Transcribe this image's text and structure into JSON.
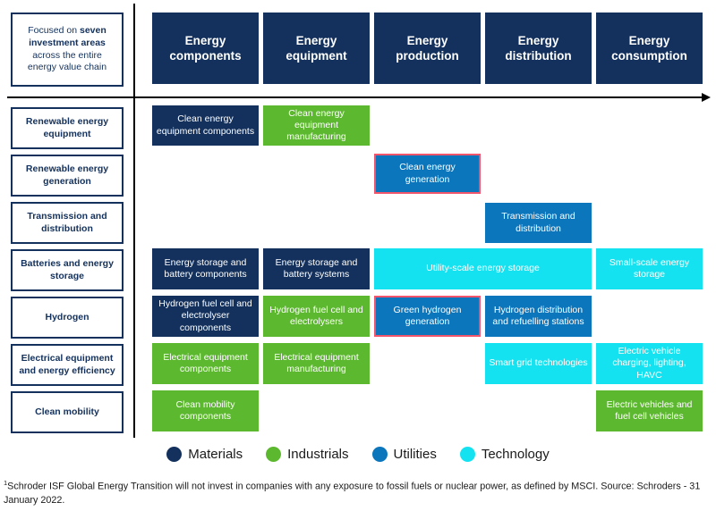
{
  "intro": {
    "line_pre": "Focused on ",
    "bold1": "seven",
    "line_mid": " ",
    "bold2": "investment areas",
    "line_post": " across the entire energy value chain",
    "full_text": "Focused on seven investment areas across the entire energy value chain"
  },
  "colors": {
    "materials": "#13315c",
    "industrials": "#5cb82e",
    "utilities": "#0b76bc",
    "technology": "#15e2f0",
    "highlight_border": "#f0556b",
    "text_navy": "#13315c"
  },
  "columns": [
    {
      "id": "energy-components",
      "label": "Energy components"
    },
    {
      "id": "energy-equipment",
      "label": "Energy equipment"
    },
    {
      "id": "energy-production",
      "label": "Energy production"
    },
    {
      "id": "energy-distribution",
      "label": "Energy distribution"
    },
    {
      "id": "energy-consumption",
      "label": "Energy consumption"
    }
  ],
  "rows": [
    {
      "id": "renewable-energy-equipment",
      "label": "Renewable energy equipment"
    },
    {
      "id": "renewable-energy-generation",
      "label": "Renewable energy generation"
    },
    {
      "id": "transmission-and-distribution",
      "label": "Transmission and distribution"
    },
    {
      "id": "batteries-and-energy-storage",
      "label": "Batteries and energy storage"
    },
    {
      "id": "hydrogen",
      "label": "Hydrogen"
    },
    {
      "id": "electrical-equipment",
      "label": "Electrical equipment and energy efficiency"
    },
    {
      "id": "clean-mobility",
      "label": "Clean mobility"
    }
  ],
  "cells": [
    {
      "id": "clean-energy-equipment-components",
      "label": "Clean energy equipment components",
      "sector": "Materials",
      "row": "renewable-energy-equipment",
      "col": "energy-components",
      "highlighted": false
    },
    {
      "id": "clean-energy-equipment-manufacturing",
      "label": "Clean energy equipment manufacturing",
      "sector": "Industrials",
      "row": "renewable-energy-equipment",
      "col": "energy-equipment",
      "highlighted": false
    },
    {
      "id": "clean-energy-generation",
      "label": "Clean energy generation",
      "sector": "Utilities",
      "row": "renewable-energy-generation",
      "col": "energy-production",
      "highlighted": true
    },
    {
      "id": "transmission-and-distribution",
      "label": "Transmission and distribution",
      "sector": "Utilities",
      "row": "transmission-and-distribution",
      "col": "energy-distribution",
      "highlighted": false
    },
    {
      "id": "energy-storage-and-battery-components",
      "label": "Energy storage and battery components",
      "sector": "Materials",
      "row": "batteries-and-energy-storage",
      "col": "energy-components",
      "highlighted": false
    },
    {
      "id": "energy-storage-and-battery-systems",
      "label": "Energy storage and battery systems",
      "sector": "Materials",
      "row": "batteries-and-energy-storage",
      "col": "energy-equipment",
      "highlighted": false
    },
    {
      "id": "utility-scale-energy-storage",
      "label": "Utility-scale energy storage",
      "sector": "Technology",
      "row": "batteries-and-energy-storage",
      "col": "energy-production+energy-distribution",
      "highlighted": false
    },
    {
      "id": "small-scale-energy-storage",
      "label": "Small-scale energy storage",
      "sector": "Technology",
      "row": "batteries-and-energy-storage",
      "col": "energy-consumption",
      "highlighted": false
    },
    {
      "id": "hydrogen-fuel-cell-and-electrolyser-components",
      "label": "Hydrogen fuel cell and electrolyser components",
      "sector": "Materials",
      "row": "hydrogen",
      "col": "energy-components",
      "highlighted": false
    },
    {
      "id": "hydrogen-fuel-cell-and-electrolysers",
      "label": "Hydrogen fuel cell and electrolysers",
      "sector": "Industrials",
      "row": "hydrogen",
      "col": "energy-equipment",
      "highlighted": false
    },
    {
      "id": "green-hydrogen-generation",
      "label": "Green hydrogen generation",
      "sector": "Utilities",
      "row": "hydrogen",
      "col": "energy-production",
      "highlighted": true
    },
    {
      "id": "hydrogen-distribution-and-refuelling-stations",
      "label": "Hydrogen distribution and refuelling stations",
      "sector": "Utilities",
      "row": "hydrogen",
      "col": "energy-distribution",
      "highlighted": false
    },
    {
      "id": "electrical-equipment-components",
      "label": "Electrical equipment components",
      "sector": "Industrials",
      "row": "electrical-equipment",
      "col": "energy-components",
      "highlighted": false
    },
    {
      "id": "electrical-equipment-manufacturing",
      "label": "Electrical equipment manufacturing",
      "sector": "Industrials",
      "row": "electrical-equipment",
      "col": "energy-equipment",
      "highlighted": false
    },
    {
      "id": "smart-grid-technologies",
      "label": "Smart grid technologies",
      "sector": "Technology",
      "row": "electrical-equipment",
      "col": "energy-distribution",
      "highlighted": false
    },
    {
      "id": "electric-vehicle-charging-lighting-havc",
      "label": "Electric vehicle charging, lighting, HAVC",
      "sector": "Technology",
      "row": "electrical-equipment",
      "col": "energy-consumption",
      "highlighted": false
    },
    {
      "id": "clean-mobility-components",
      "label": "Clean mobility components",
      "sector": "Industrials",
      "row": "clean-mobility",
      "col": "energy-components",
      "highlighted": false
    },
    {
      "id": "electric-vehicles-and-fuel-cell-vehicles",
      "label": "Electric vehicles and fuel cell vehicles",
      "sector": "Industrials",
      "row": "clean-mobility",
      "col": "energy-consumption",
      "highlighted": false
    }
  ],
  "legend": [
    {
      "label": "Materials",
      "color": "#13315c"
    },
    {
      "label": "Industrials",
      "color": "#5cb82e"
    },
    {
      "label": "Utilities",
      "color": "#0b76bc"
    },
    {
      "label": "Technology",
      "color": "#15e2f0"
    }
  ],
  "footnote": {
    "marker": "1",
    "text": "Schroder ISF Global Energy Transition will not invest in companies with any exposure to fossil fuels or nuclear power, as defined by MSCI. Source: Schroders - 31 January 2022."
  }
}
